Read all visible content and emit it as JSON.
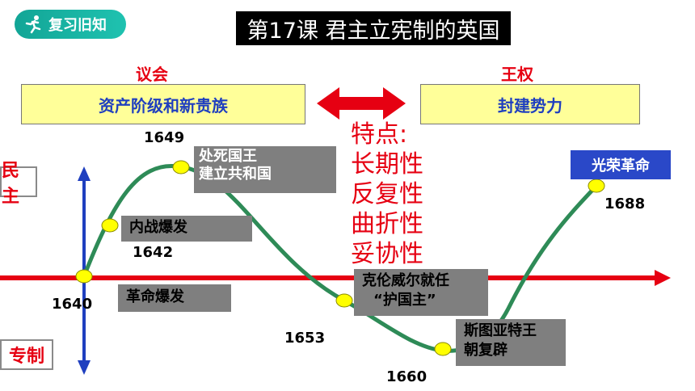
{
  "badge": {
    "label": "复习旧知",
    "icon": "runner-icon"
  },
  "title": "第17课 君主立宪制的英国",
  "sides": {
    "left": {
      "heading": "议会",
      "box": "资产阶级和新贵族"
    },
    "right": {
      "heading": "王权",
      "box": "封建势力"
    }
  },
  "axis": {
    "top_label": "民主",
    "bottom_label": "专制"
  },
  "features": {
    "heading": "特点:",
    "items": [
      "长期性",
      "反复性",
      "曲折性",
      "妥协性"
    ]
  },
  "years": {
    "y1640": "1640",
    "y1642": "1642",
    "y1649": "1649",
    "y1653": "1653",
    "y1660": "1660",
    "y1688": "1688"
  },
  "events": {
    "outbreak": "革命爆发",
    "civil_war": "内战爆发",
    "execute": [
      "处死国王",
      "建立共和国"
    ],
    "cromwell": [
      "克伦威尔就任",
      "“护国主”"
    ],
    "stuart": [
      "斯图亚特王",
      "朝复辟"
    ],
    "glorious": "光荣革命"
  },
  "colors": {
    "red": "#e60012",
    "blue": "#1f3fbf",
    "curve": "#2e8b57",
    "dot": "#ffff00",
    "accent": "#12a596"
  }
}
